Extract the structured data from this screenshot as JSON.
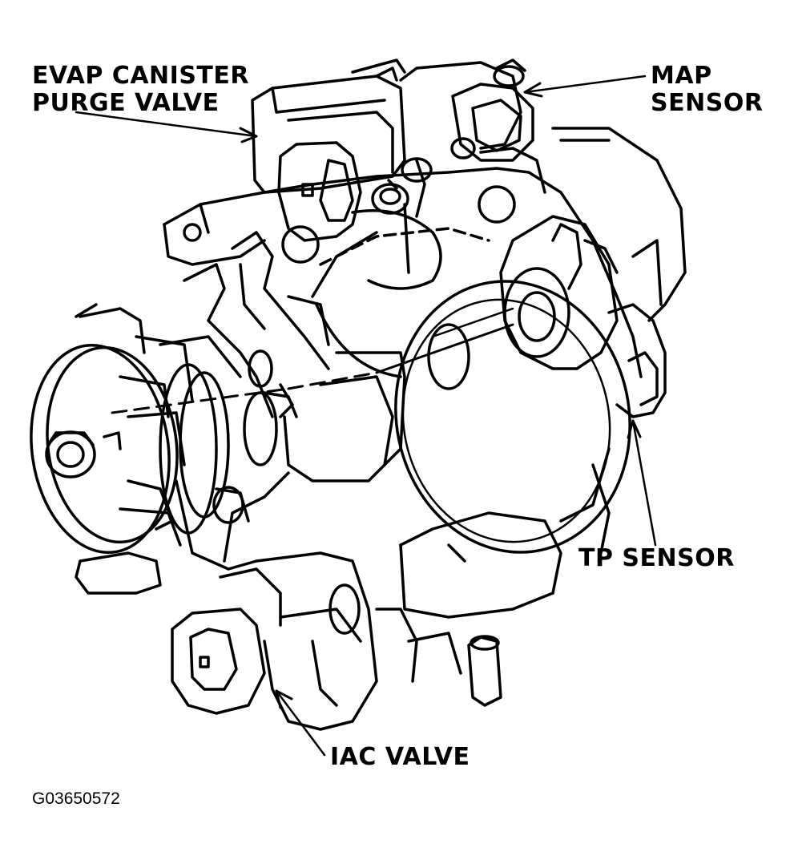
{
  "callouts": {
    "evap": {
      "line1": "EVAP CANISTER",
      "line2": "PURGE VALVE"
    },
    "map": {
      "line1": "MAP",
      "line2": "SENSOR"
    },
    "tp": {
      "label": "TP SENSOR"
    },
    "iac": {
      "label": "IAC VALVE"
    }
  },
  "figure_id": "G03650572",
  "colors": {
    "ink": "#000000",
    "paper": "#ffffff"
  }
}
